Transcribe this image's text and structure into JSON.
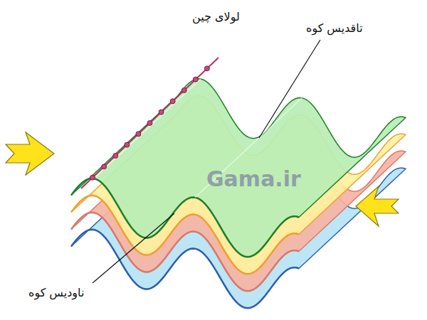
{
  "diagram": {
    "labels": [
      "لولای چین",
      "تاقدیس کوه",
      "ناودیس کوه",
      "Gama.ir"
    ]
  }
}
